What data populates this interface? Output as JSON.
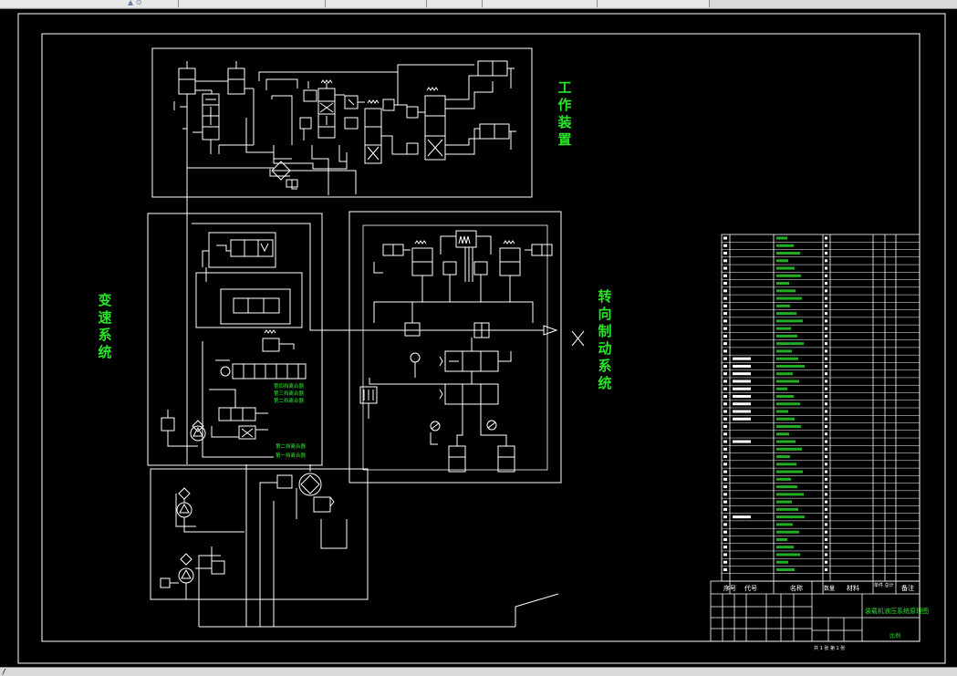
{
  "window": {
    "toolbar_glyph": "▲ ⊙"
  },
  "labels": {
    "work_device": "工作装置",
    "transmission": "变速系统",
    "steering_brake": "转向制动系统",
    "x_mark": "X"
  },
  "valve_notes": {
    "a1": "第四挡离合器",
    "a2": "第三挡离合器",
    "a3": "第二挡离合器",
    "b1": "第二挡离合器",
    "b2": "第一挡离合器"
  },
  "bom_header": {
    "seq": "序号",
    "code": "代号",
    "name": "名称",
    "qty": "数量",
    "material": "材料",
    "weight": "单件 总计",
    "note": "备注"
  },
  "title_block": {
    "drawing_title": "装载机液压系统原理图",
    "scale_label": "比例",
    "sheet_label": "共 1 张  第 1 张"
  },
  "colors": {
    "background": "#000000",
    "line": "#ffffff",
    "accent_green": "#27e627"
  },
  "icons": {
    "pump": "pump-icon",
    "valve": "valve-icon",
    "arrow": "flow-arrow-icon"
  }
}
